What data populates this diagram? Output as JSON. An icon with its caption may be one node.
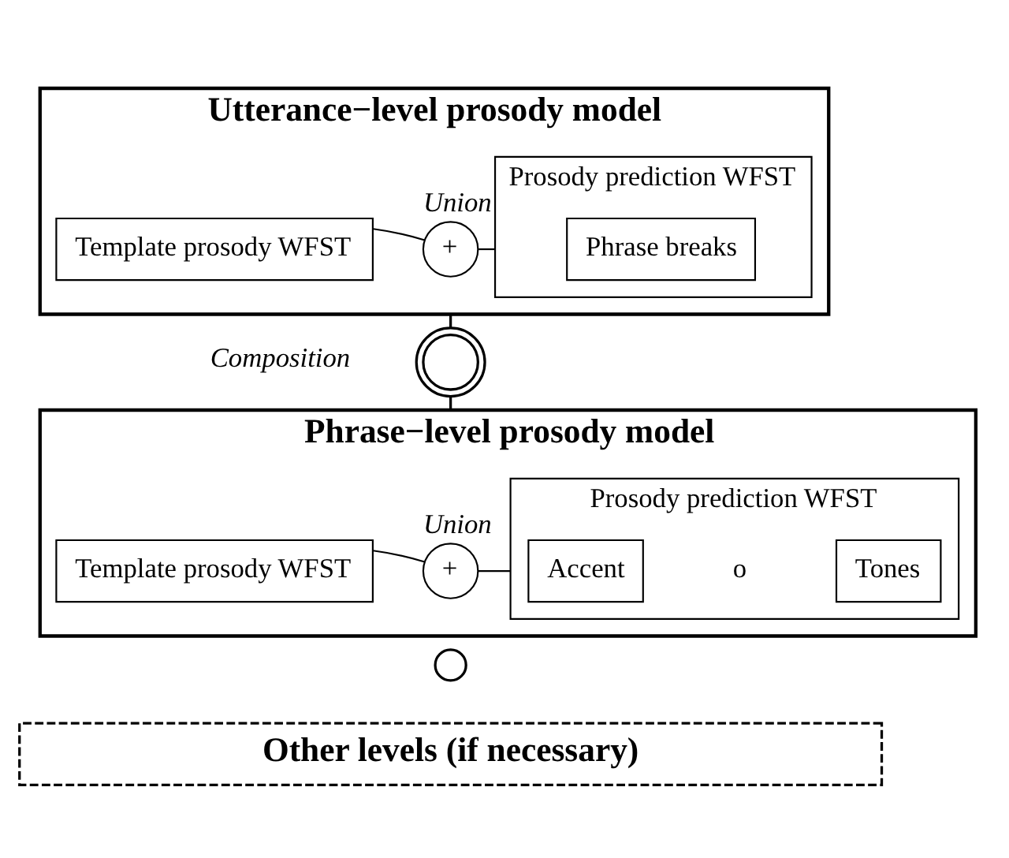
{
  "diagram": {
    "nodes": [
      {
        "text": [
          "Utterance−level prosody model"
        ]
      },
      {
        "text": [
          "Template prosody WFST"
        ],
        "in": 0
      },
      {
        "text": [
          "+"
        ],
        "in": 0,
        "beside": [
          "Union"
        ]
      },
      {
        "text": [
          "Prosody prediction WFST"
        ],
        "in": 0
      },
      {
        "text": [
          "Phrase breaks"
        ],
        "in": 3
      },
      {
        "text": [],
        "shape": "circle",
        "beside": [
          "Composition"
        ]
      },
      {
        "text": [
          "Phrase−level prosody model"
        ]
      },
      {
        "text": [
          "Template prosody WFST"
        ],
        "in": 6
      },
      {
        "text": [
          "+"
        ],
        "in": 6,
        "beside": [
          "Union"
        ]
      },
      {
        "text": [
          "Prosody prediction WFST"
        ],
        "in": 6
      },
      {
        "text": [
          "Accent"
        ],
        "in": 9
      },
      {
        "text": [
          "Tones"
        ],
        "in": 9
      },
      {
        "text": [],
        "shape": "circle"
      },
      {
        "text": [
          "Other levels (if necessary)"
        ]
      }
    ],
    "edges": [
      {
        "from": 1,
        "to": 2,
        "arrow": "none"
      },
      {
        "from": 2,
        "to": 3,
        "arrow": "none"
      },
      {
        "from": 0,
        "to": 5,
        "arrow": "none"
      },
      {
        "from": 5,
        "to": 6,
        "arrow": "none"
      },
      {
        "from": 7,
        "to": 8,
        "arrow": "none"
      },
      {
        "from": 8,
        "to": 9,
        "arrow": "none"
      }
    ],
    "labels": [
      "o"
    ]
  }
}
